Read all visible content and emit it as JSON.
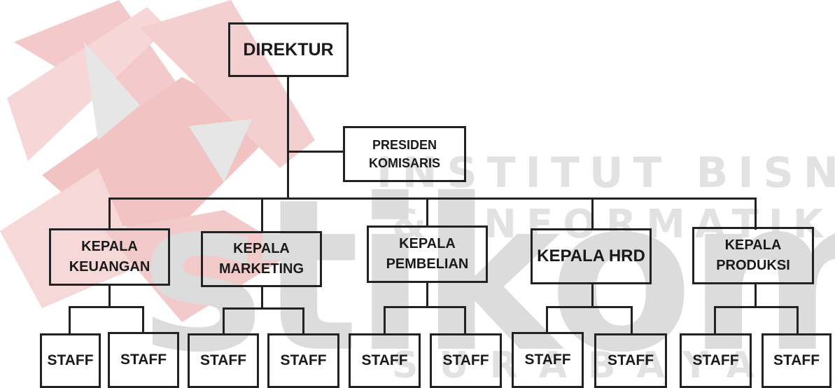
{
  "watermark": {
    "line1": "INSTITUT BISNIS",
    "line2": "& INFORMATIKA",
    "logo": "stikom",
    "city": "SURABAYA"
  },
  "org_chart": {
    "director": "DIREKTUR",
    "commissioner": [
      "PRESIDEN",
      "KOMISARIS"
    ],
    "departments": [
      {
        "line1": "KEPALA",
        "line2": "KEUANGAN",
        "staff": [
          "STAFF",
          "STAFF"
        ]
      },
      {
        "line1": "KEPALA",
        "line2": "MARKETING",
        "staff": [
          "STAFF",
          "STAFF"
        ]
      },
      {
        "line1": "KEPALA",
        "line2": "PEMBELIAN",
        "staff": [
          "STAFF",
          "STAFF"
        ]
      },
      {
        "line1": "KEPALA HRD",
        "line2": "",
        "staff": [
          "STAFF",
          "STAFF"
        ]
      },
      {
        "line1": "KEPALA",
        "line2": "PRODUKSI",
        "staff": [
          "STAFF",
          "STAFF"
        ]
      }
    ]
  }
}
